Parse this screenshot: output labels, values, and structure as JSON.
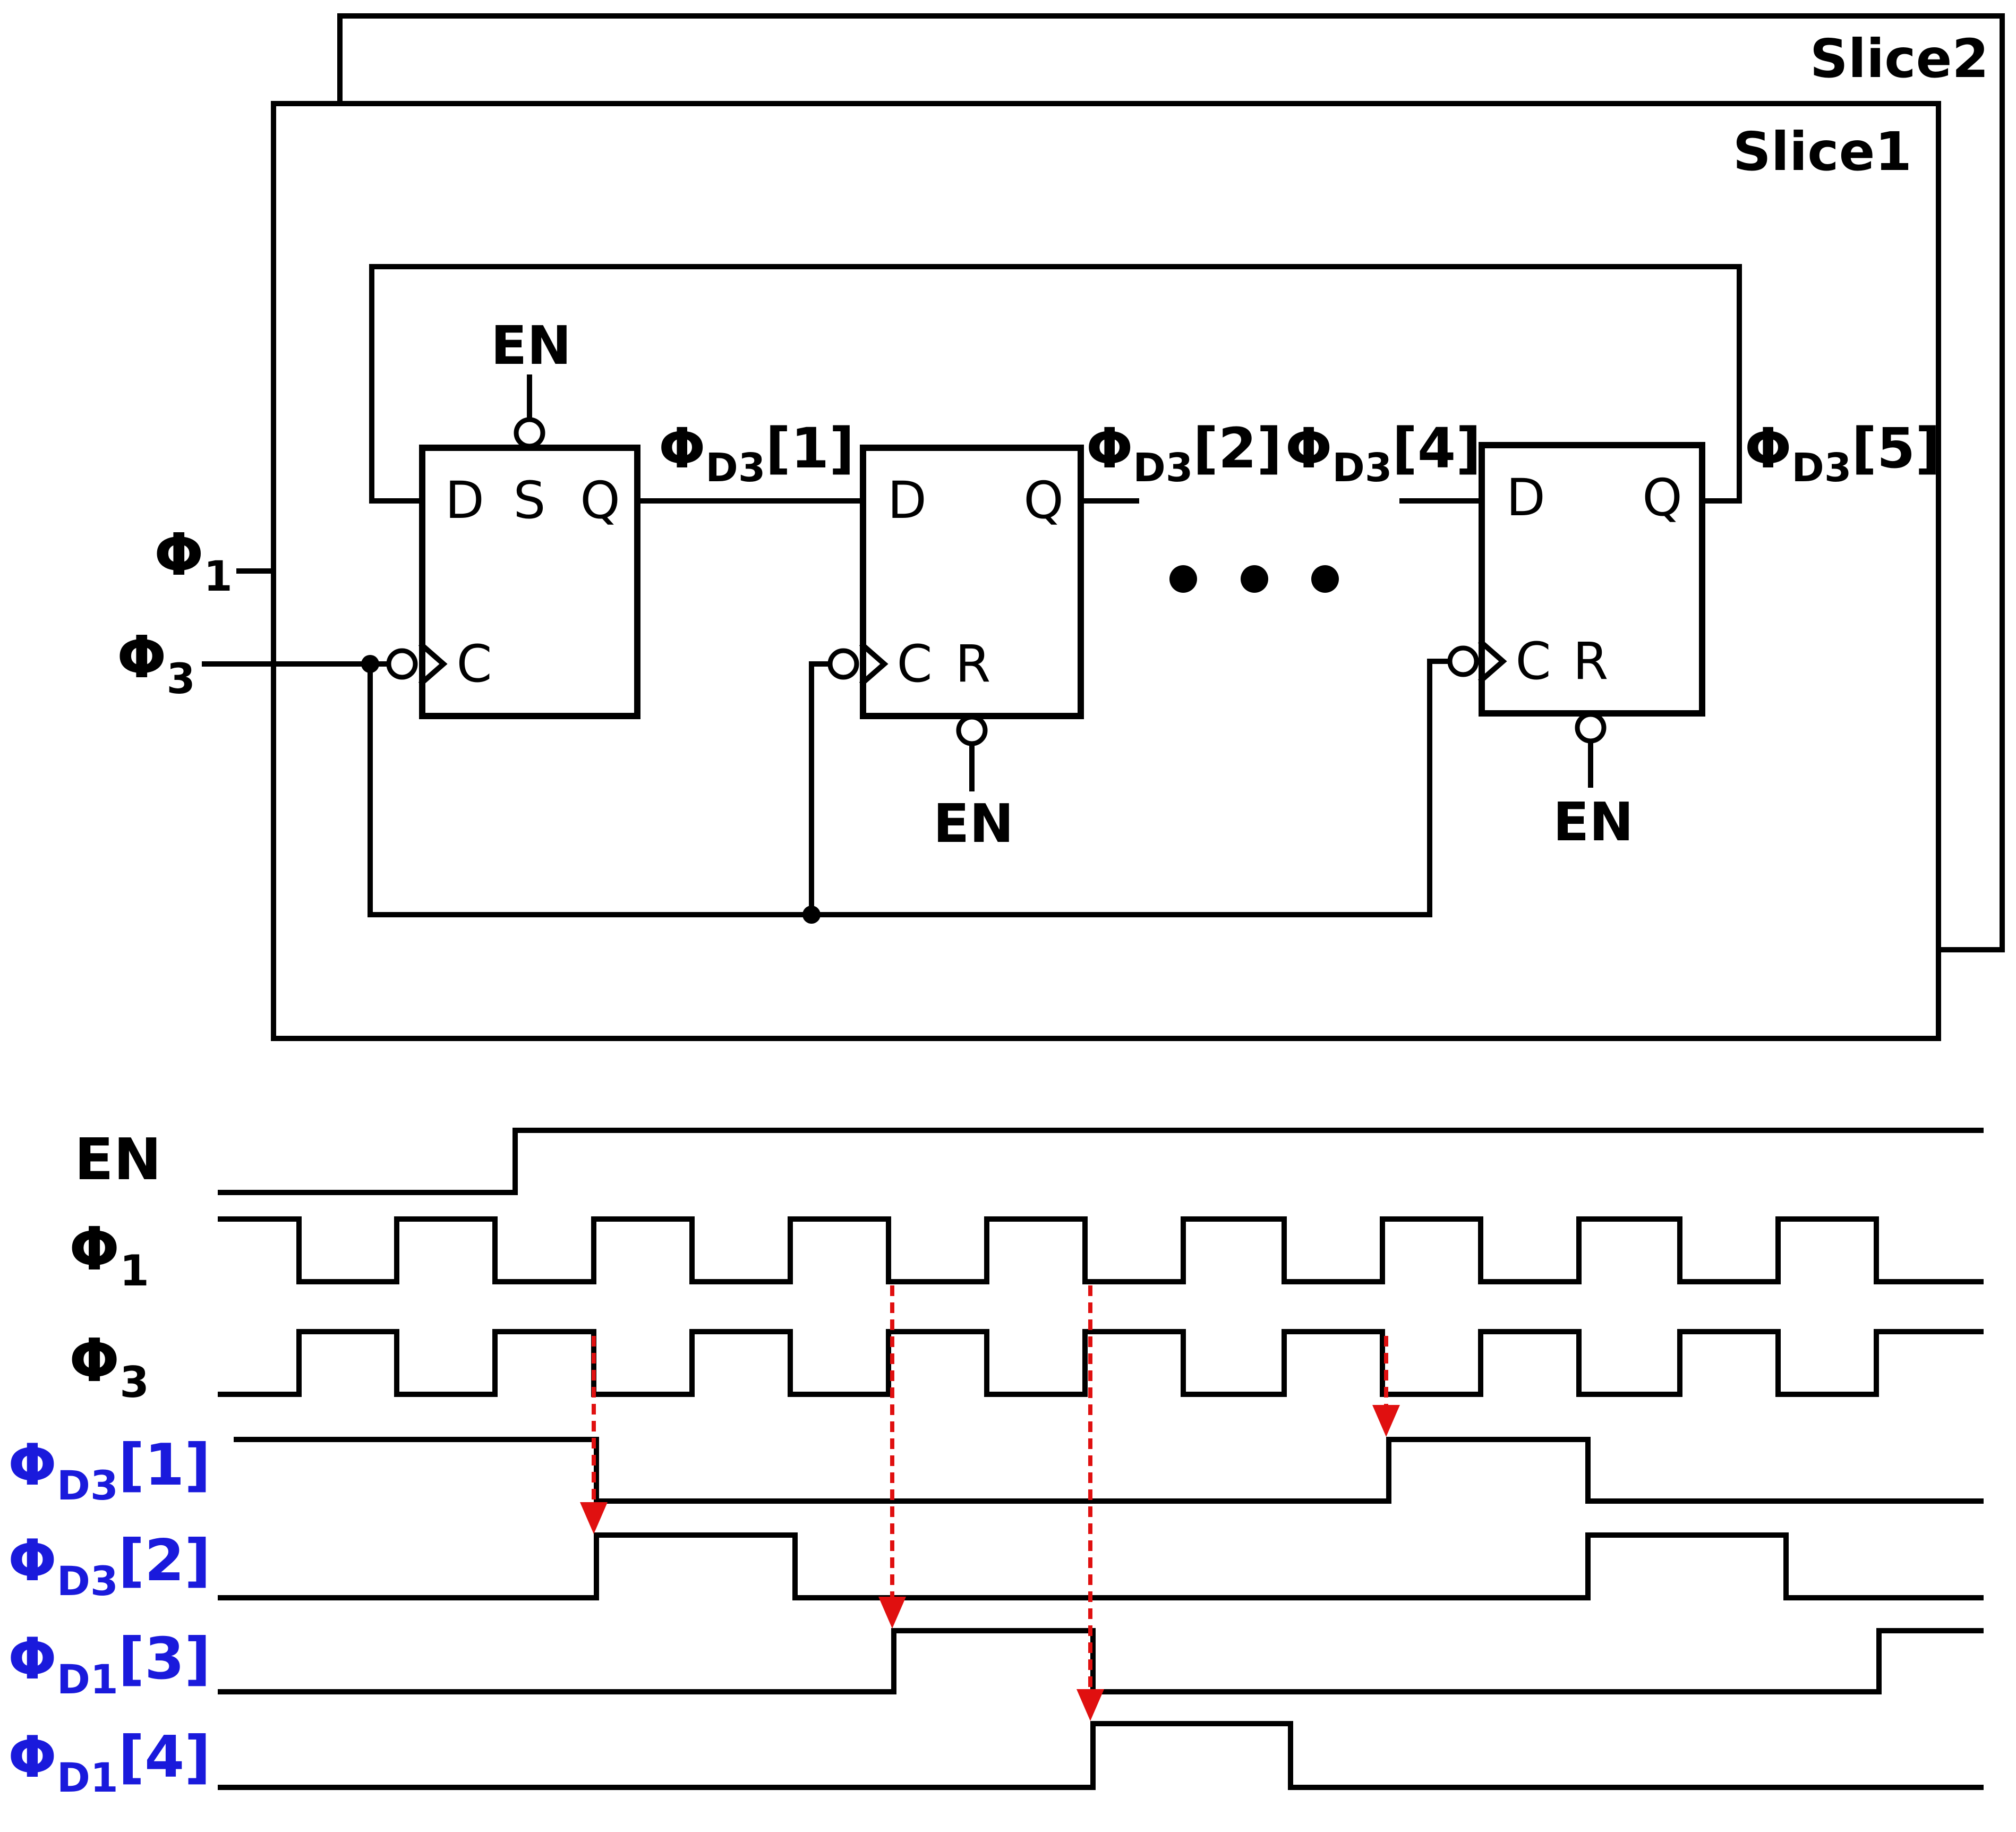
{
  "slices": [
    "Slice2",
    "Slice1"
  ],
  "inputs": {
    "phi1": "Φ",
    "phi1_sub": "1",
    "phi3": "Φ",
    "phi3_sub": "3"
  },
  "flipflops": [
    {
      "pins": {
        "d": "D",
        "s": "S",
        "q": "Q",
        "c": "C"
      },
      "ctrl": "EN"
    },
    {
      "pins": {
        "d": "D",
        "q": "Q",
        "c": "C",
        "r": "R"
      },
      "ctrl": "EN"
    },
    {
      "pins": {
        "d": "D",
        "q": "Q",
        "c": "C",
        "r": "R"
      },
      "ctrl": "EN"
    }
  ],
  "net_labels": [
    {
      "base": "Φ",
      "sub": "D3",
      "idx": "[1]"
    },
    {
      "base": "Φ",
      "sub": "D3",
      "idx": "[2]"
    },
    {
      "base": "Φ",
      "sub": "D3",
      "idx": "[4]"
    },
    {
      "base": "Φ",
      "sub": "D3",
      "idx": "[5]"
    }
  ],
  "ellipsis_dots": 3,
  "timing": {
    "signals": [
      {
        "label": "EN",
        "sub": "",
        "color": "#000000"
      },
      {
        "label": "Φ",
        "sub": "1",
        "color": "#000000"
      },
      {
        "label": "Φ",
        "sub": "3",
        "color": "#000000"
      },
      {
        "label": "Φ",
        "sub": "D3",
        "idx": "[1]",
        "color": "#1a1adc"
      },
      {
        "label": "Φ",
        "sub": "D3",
        "idx": "[2]",
        "color": "#1a1adc"
      },
      {
        "label": "Φ",
        "sub": "D1",
        "idx": "[3]",
        "color": "#1a1adc"
      },
      {
        "label": "Φ",
        "sub": "D1",
        "idx": "[4]",
        "color": "#1a1adc"
      }
    ],
    "arrow_color": "#e01010"
  }
}
